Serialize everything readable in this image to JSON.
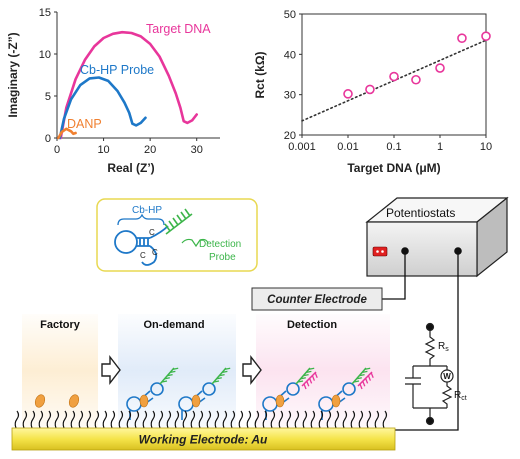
{
  "chart_data": [
    {
      "type": "line",
      "title": "",
      "xlabel": "Real (Z’)",
      "ylabel": "Imaginary (-Z”)",
      "xlim": [
        0,
        35
      ],
      "ylim": [
        0,
        15
      ],
      "xticks": [
        "0",
        "10",
        "20",
        "30"
      ],
      "yticks": [
        "0",
        "5",
        "10",
        "15"
      ],
      "series": [
        {
          "name": "Target DNA",
          "color": "#e8369b",
          "x": [
            0.8,
            2,
            4,
            6,
            8,
            10,
            12,
            14,
            16,
            18,
            20,
            22,
            24,
            25.5,
            26.5,
            27.2,
            28,
            29,
            30
          ],
          "y": [
            0,
            3.6,
            7.0,
            9.3,
            10.9,
            11.9,
            12.4,
            12.6,
            12.5,
            12.1,
            11.2,
            9.7,
            7.4,
            5.3,
            3.6,
            2.0,
            1.8,
            2.1,
            2.8
          ]
        },
        {
          "name": "Cb-HP Probe",
          "color": "#1e78c8",
          "x": [
            0.6,
            1.5,
            3,
            5,
            7,
            9,
            11,
            13,
            14.5,
            15.5,
            16.2,
            17,
            18,
            19
          ],
          "y": [
            0,
            2.3,
            4.6,
            6.3,
            7.1,
            7.2,
            6.8,
            5.6,
            4.2,
            3.0,
            1.7,
            1.5,
            1.8,
            2.4
          ]
        },
        {
          "name": "DANP",
          "color": "#f08030",
          "x": [
            0.3,
            1,
            2,
            3,
            3.5,
            4
          ],
          "y": [
            0,
            0.7,
            1.1,
            0.8,
            0.5,
            0.6
          ]
        }
      ]
    },
    {
      "type": "scatter",
      "title": "",
      "xlabel": "Target DNA (μM)",
      "ylabel": "Rct (kΩ)",
      "xscale": "log",
      "xlim": [
        0.001,
        10
      ],
      "ylim": [
        20,
        50
      ],
      "xticks": [
        "0.001",
        "0.01",
        "0.1",
        "1",
        "10"
      ],
      "yticks": [
        "20",
        "30",
        "40",
        "50"
      ],
      "color": "#e8369b",
      "points": [
        {
          "x": 0.01,
          "y": 30.2
        },
        {
          "x": 0.03,
          "y": 31.3
        },
        {
          "x": 0.1,
          "y": 34.5
        },
        {
          "x": 0.3,
          "y": 33.7
        },
        {
          "x": 1,
          "y": 36.6
        },
        {
          "x": 3,
          "y": 44.0
        },
        {
          "x": 10,
          "y": 44.5
        }
      ],
      "trendline": {
        "style": "dotted",
        "x": [
          0.001,
          10
        ],
        "y": [
          23.5,
          43.5
        ]
      }
    }
  ],
  "diagram": {
    "inset": {
      "cbhp_label": "Cb-HP",
      "probe_label_1": "Detection",
      "probe_label_2": "Probe",
      "c_mark": "C"
    },
    "potentiostat_label": "Potentiostats",
    "counter_electrode_label": "Counter Electrode",
    "working_electrode_label": "Working Electrode: Au",
    "stages": [
      "Factory",
      "On-demand",
      "Detection"
    ],
    "circuit": {
      "rs": "R",
      "rs_sub": "s",
      "rct": "R",
      "rct_sub": "ct",
      "w": "W"
    },
    "colors": {
      "pink": "#e8369b",
      "blue": "#1e78c8",
      "green": "#3cb54a",
      "orange": "#f0a040",
      "gold": "#f5e44a"
    }
  }
}
